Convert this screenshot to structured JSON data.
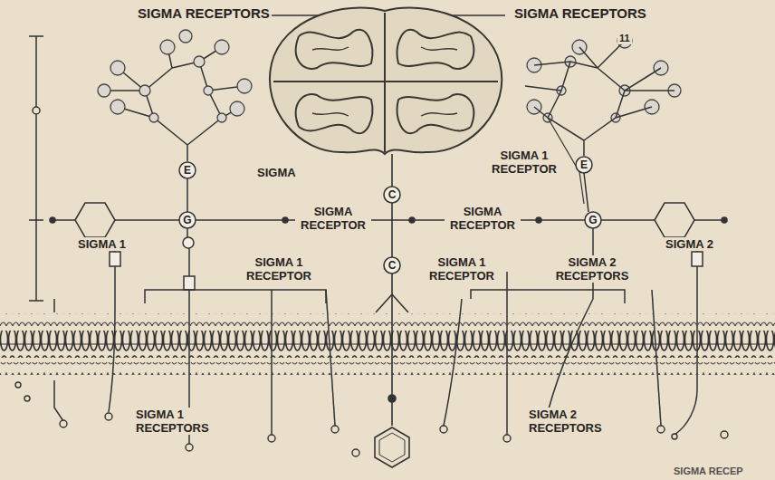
{
  "diagram": {
    "labels": [
      "SIGMA RECEPTORS",
      "SIGMA RECEPTORS",
      "11",
      "E",
      "SIGMA",
      "SIGMA 1 RECEPTOR",
      "E",
      "C",
      "G",
      "SIGMA RECEPTOR",
      "SIGMA RECEPTOR",
      "G",
      "SIGMA 1",
      "SIGMA 2",
      "SIGMA 1 RECEPTOR",
      "C",
      "SIGMA 1 RECEPTOR",
      "SIGMA 2 RECEPTORS",
      "SIGMA 1 RECEPTORS",
      "SIGMA 2 RECEPTORS",
      "SIGMA RECEP"
    ]
  }
}
